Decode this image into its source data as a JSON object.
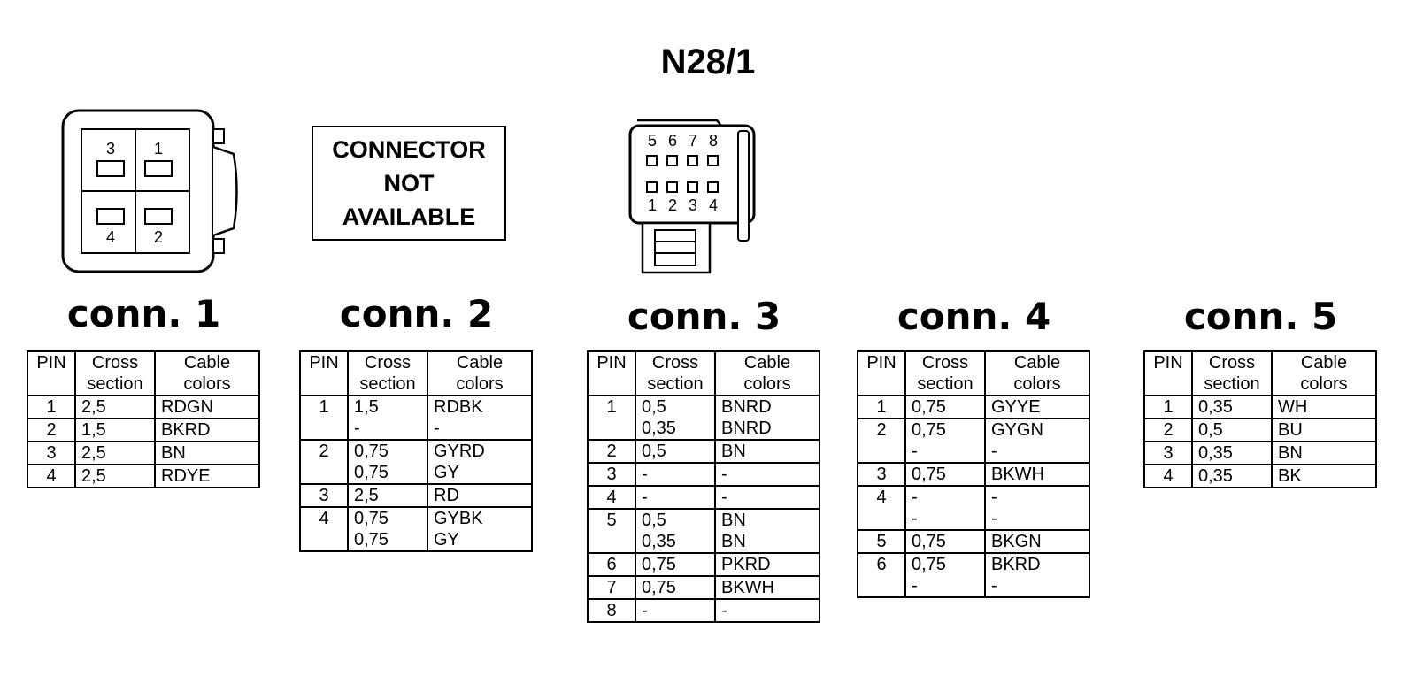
{
  "title": "N28/1",
  "connector_pictures": {
    "conn1": {
      "pins": [
        "3",
        "1",
        "4",
        "2"
      ]
    },
    "conn2": {
      "lines": [
        "CONNECTOR",
        "NOT",
        "AVAILABLE"
      ]
    },
    "conn3": {
      "top_pins": [
        "5",
        "6",
        "7",
        "8"
      ],
      "bottom_pins": [
        "1",
        "2",
        "3",
        "4"
      ]
    }
  },
  "table_headers": {
    "pin": "PIN",
    "cross": [
      "Cross",
      "section"
    ],
    "colors": [
      "Cable",
      "colors"
    ]
  },
  "connectors": [
    {
      "name": "conn. 1",
      "rows": [
        {
          "pin": "1",
          "sections": [
            "2,5"
          ],
          "colors": [
            "RDGN"
          ]
        },
        {
          "pin": "2",
          "sections": [
            "1,5"
          ],
          "colors": [
            "BKRD"
          ]
        },
        {
          "pin": "3",
          "sections": [
            "2,5"
          ],
          "colors": [
            "BN"
          ]
        },
        {
          "pin": "4",
          "sections": [
            "2,5"
          ],
          "colors": [
            "RDYE"
          ]
        }
      ]
    },
    {
      "name": "conn. 2",
      "rows": [
        {
          "pin": "1",
          "sections": [
            "1,5",
            "-"
          ],
          "colors": [
            "RDBK",
            "-"
          ]
        },
        {
          "pin": "2",
          "sections": [
            "0,75",
            "0,75"
          ],
          "colors": [
            "GYRD",
            "GY"
          ]
        },
        {
          "pin": "3",
          "sections": [
            "2,5"
          ],
          "colors": [
            "RD"
          ]
        },
        {
          "pin": "4",
          "sections": [
            "0,75",
            "0,75"
          ],
          "colors": [
            "GYBK",
            "GY"
          ]
        }
      ]
    },
    {
      "name": "conn. 3",
      "rows": [
        {
          "pin": "1",
          "sections": [
            "0,5",
            "0,35"
          ],
          "colors": [
            "BNRD",
            "BNRD"
          ]
        },
        {
          "pin": "2",
          "sections": [
            "0,5"
          ],
          "colors": [
            "BN"
          ]
        },
        {
          "pin": "3",
          "sections": [
            "-"
          ],
          "colors": [
            "-"
          ]
        },
        {
          "pin": "4",
          "sections": [
            "-"
          ],
          "colors": [
            "-"
          ]
        },
        {
          "pin": "5",
          "sections": [
            "0,5",
            "0,35"
          ],
          "colors": [
            "BN",
            "BN"
          ]
        },
        {
          "pin": "6",
          "sections": [
            "0,75"
          ],
          "colors": [
            "PKRD"
          ]
        },
        {
          "pin": "7",
          "sections": [
            "0,75"
          ],
          "colors": [
            "BKWH"
          ]
        },
        {
          "pin": "8",
          "sections": [
            "-"
          ],
          "colors": [
            "-"
          ]
        }
      ]
    },
    {
      "name": "conn. 4",
      "rows": [
        {
          "pin": "1",
          "sections": [
            "0,75"
          ],
          "colors": [
            "GYYE"
          ]
        },
        {
          "pin": "2",
          "sections": [
            "0,75",
            "-"
          ],
          "colors": [
            "GYGN",
            "-"
          ]
        },
        {
          "pin": "3",
          "sections": [
            "0,75"
          ],
          "colors": [
            "BKWH"
          ]
        },
        {
          "pin": "4",
          "sections": [
            "-",
            "-"
          ],
          "colors": [
            "-",
            "-"
          ]
        },
        {
          "pin": "5",
          "sections": [
            "0,75"
          ],
          "colors": [
            "BKGN"
          ]
        },
        {
          "pin": "6",
          "sections": [
            "0,75",
            "-"
          ],
          "colors": [
            "BKRD",
            "-"
          ]
        }
      ]
    },
    {
      "name": "conn. 5",
      "rows": [
        {
          "pin": "1",
          "sections": [
            "0,35"
          ],
          "colors": [
            "WH"
          ]
        },
        {
          "pin": "2",
          "sections": [
            "0,5"
          ],
          "colors": [
            "BU"
          ]
        },
        {
          "pin": "3",
          "sections": [
            "0,35"
          ],
          "colors": [
            "BN"
          ]
        },
        {
          "pin": "4",
          "sections": [
            "0,35"
          ],
          "colors": [
            "BK"
          ]
        }
      ]
    }
  ]
}
